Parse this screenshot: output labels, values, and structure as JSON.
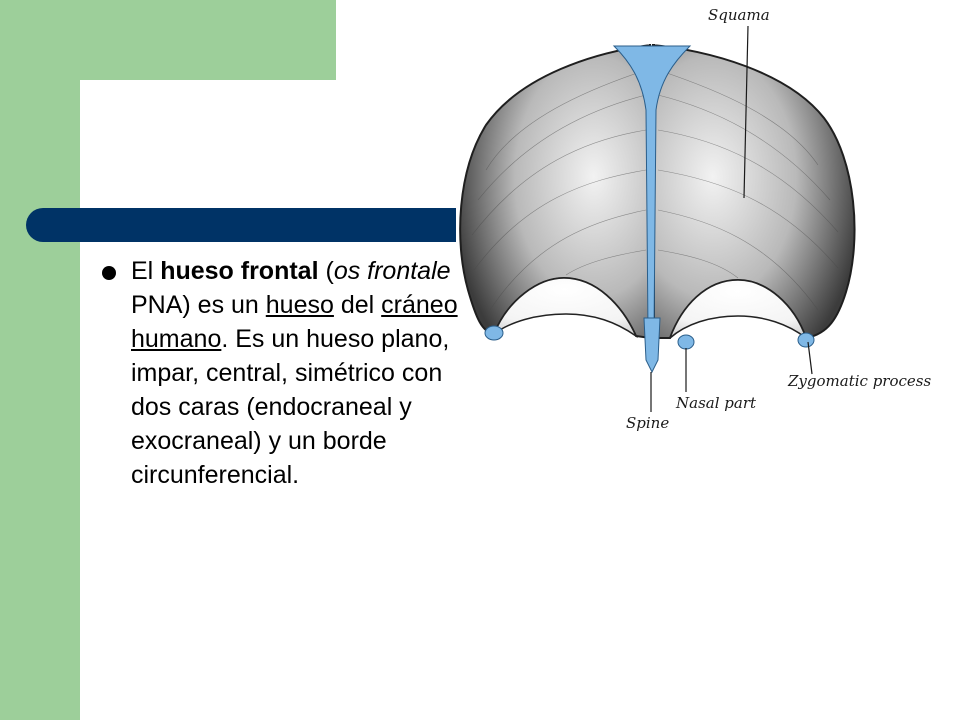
{
  "slide": {
    "bullet": {
      "t1": "El ",
      "b1": "hueso frontal",
      "t2": " (",
      "i1": "os frontale",
      "t3": " PNA) es un ",
      "u1": "hueso",
      "t4": " del ",
      "u2": "cráneo humano",
      "t5": ". Es un hueso plano, impar, central, simétrico con dos caras (endocraneal y exocraneal) y un borde circunferencial."
    }
  },
  "figure": {
    "labels": {
      "squama": "Squama",
      "zygomatic": "Zygomatic process",
      "nasal": "Nasal part",
      "spine": "Spine"
    }
  },
  "colors": {
    "green": "#9dcf9a",
    "navy": "#003366",
    "bone_blue": "#7fb8e6"
  }
}
